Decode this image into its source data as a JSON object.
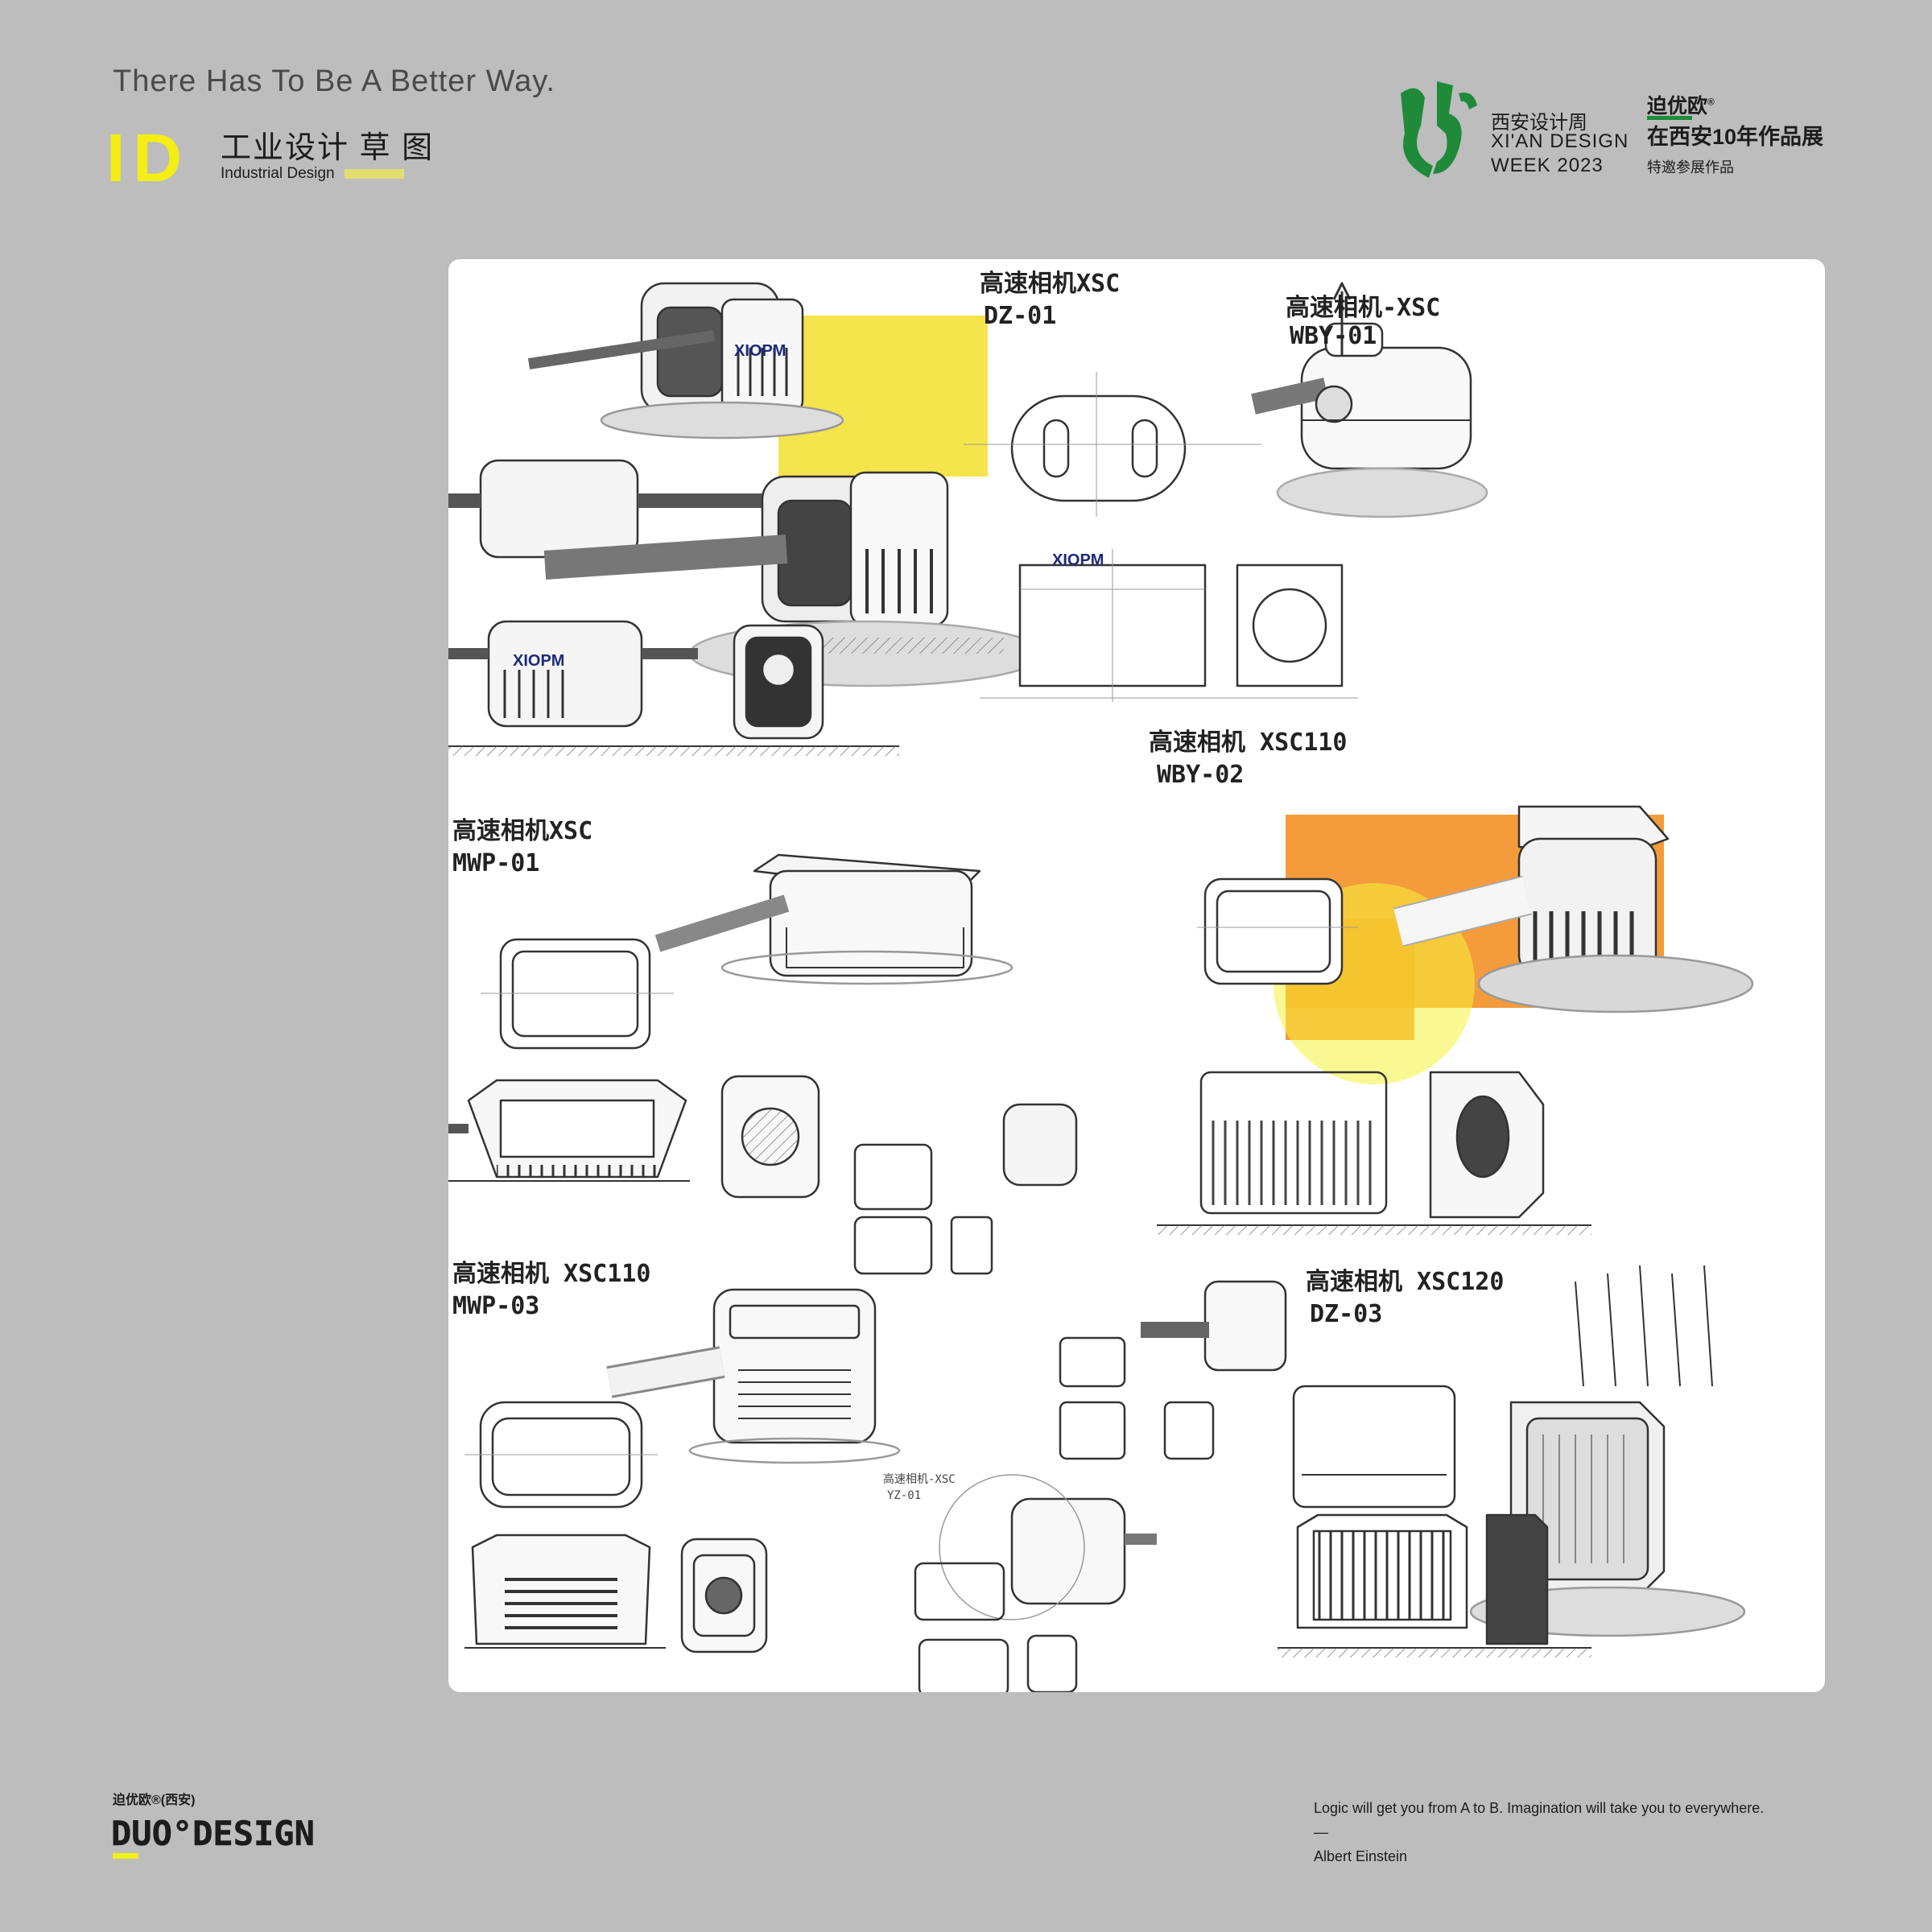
{
  "header": {
    "tagline": "There Has To Be A Better Way.",
    "id_mark": "ID",
    "title_cn": "工业设计 草 图",
    "title_en": "Industrial Design"
  },
  "event": {
    "name_cn": "西安设计周",
    "name_en_line1": "XI'AN DESIGN",
    "name_en_line2": "WEEK 2023"
  },
  "brand": {
    "name": "迫优欧",
    "registered": "®",
    "exhibition": "在西安10年作品展",
    "subtitle": "特邀参展作品"
  },
  "sketch_labels": [
    {
      "line1": "高速相机XSC",
      "line2": "DZ-01"
    },
    {
      "line1": "高速相机-XSC",
      "line2": "WBY-01"
    },
    {
      "line1": "高速相机 XSC110",
      "line2": "WBY-02"
    },
    {
      "line1": "高速相机XSC",
      "line2": "MWP-01"
    },
    {
      "line1": "高速相机 XSC110",
      "line2": "MWP-03"
    },
    {
      "line1": "高速相机 XSC120",
      "line2": "DZ-03"
    },
    {
      "line1": "高速相机-XSC",
      "line2": "YZ-01"
    }
  ],
  "product_marks": {
    "front_logo": "XIOPM"
  },
  "footer": {
    "brand_small": "迫优欧®(西安)",
    "logo_text": "DUO°DESIGN",
    "quote": "Logic will get you from A to B. Imagination will take you to everywhere.",
    "dash": "—",
    "author": "Albert Einstein"
  },
  "colors": {
    "page_bg": "#bdbdbd",
    "accent_yellow": "#f4ef12",
    "brand_green": "#1f8a3a",
    "sketch_yellow": "#f3e23a",
    "sketch_orange": "#f28a1a"
  }
}
